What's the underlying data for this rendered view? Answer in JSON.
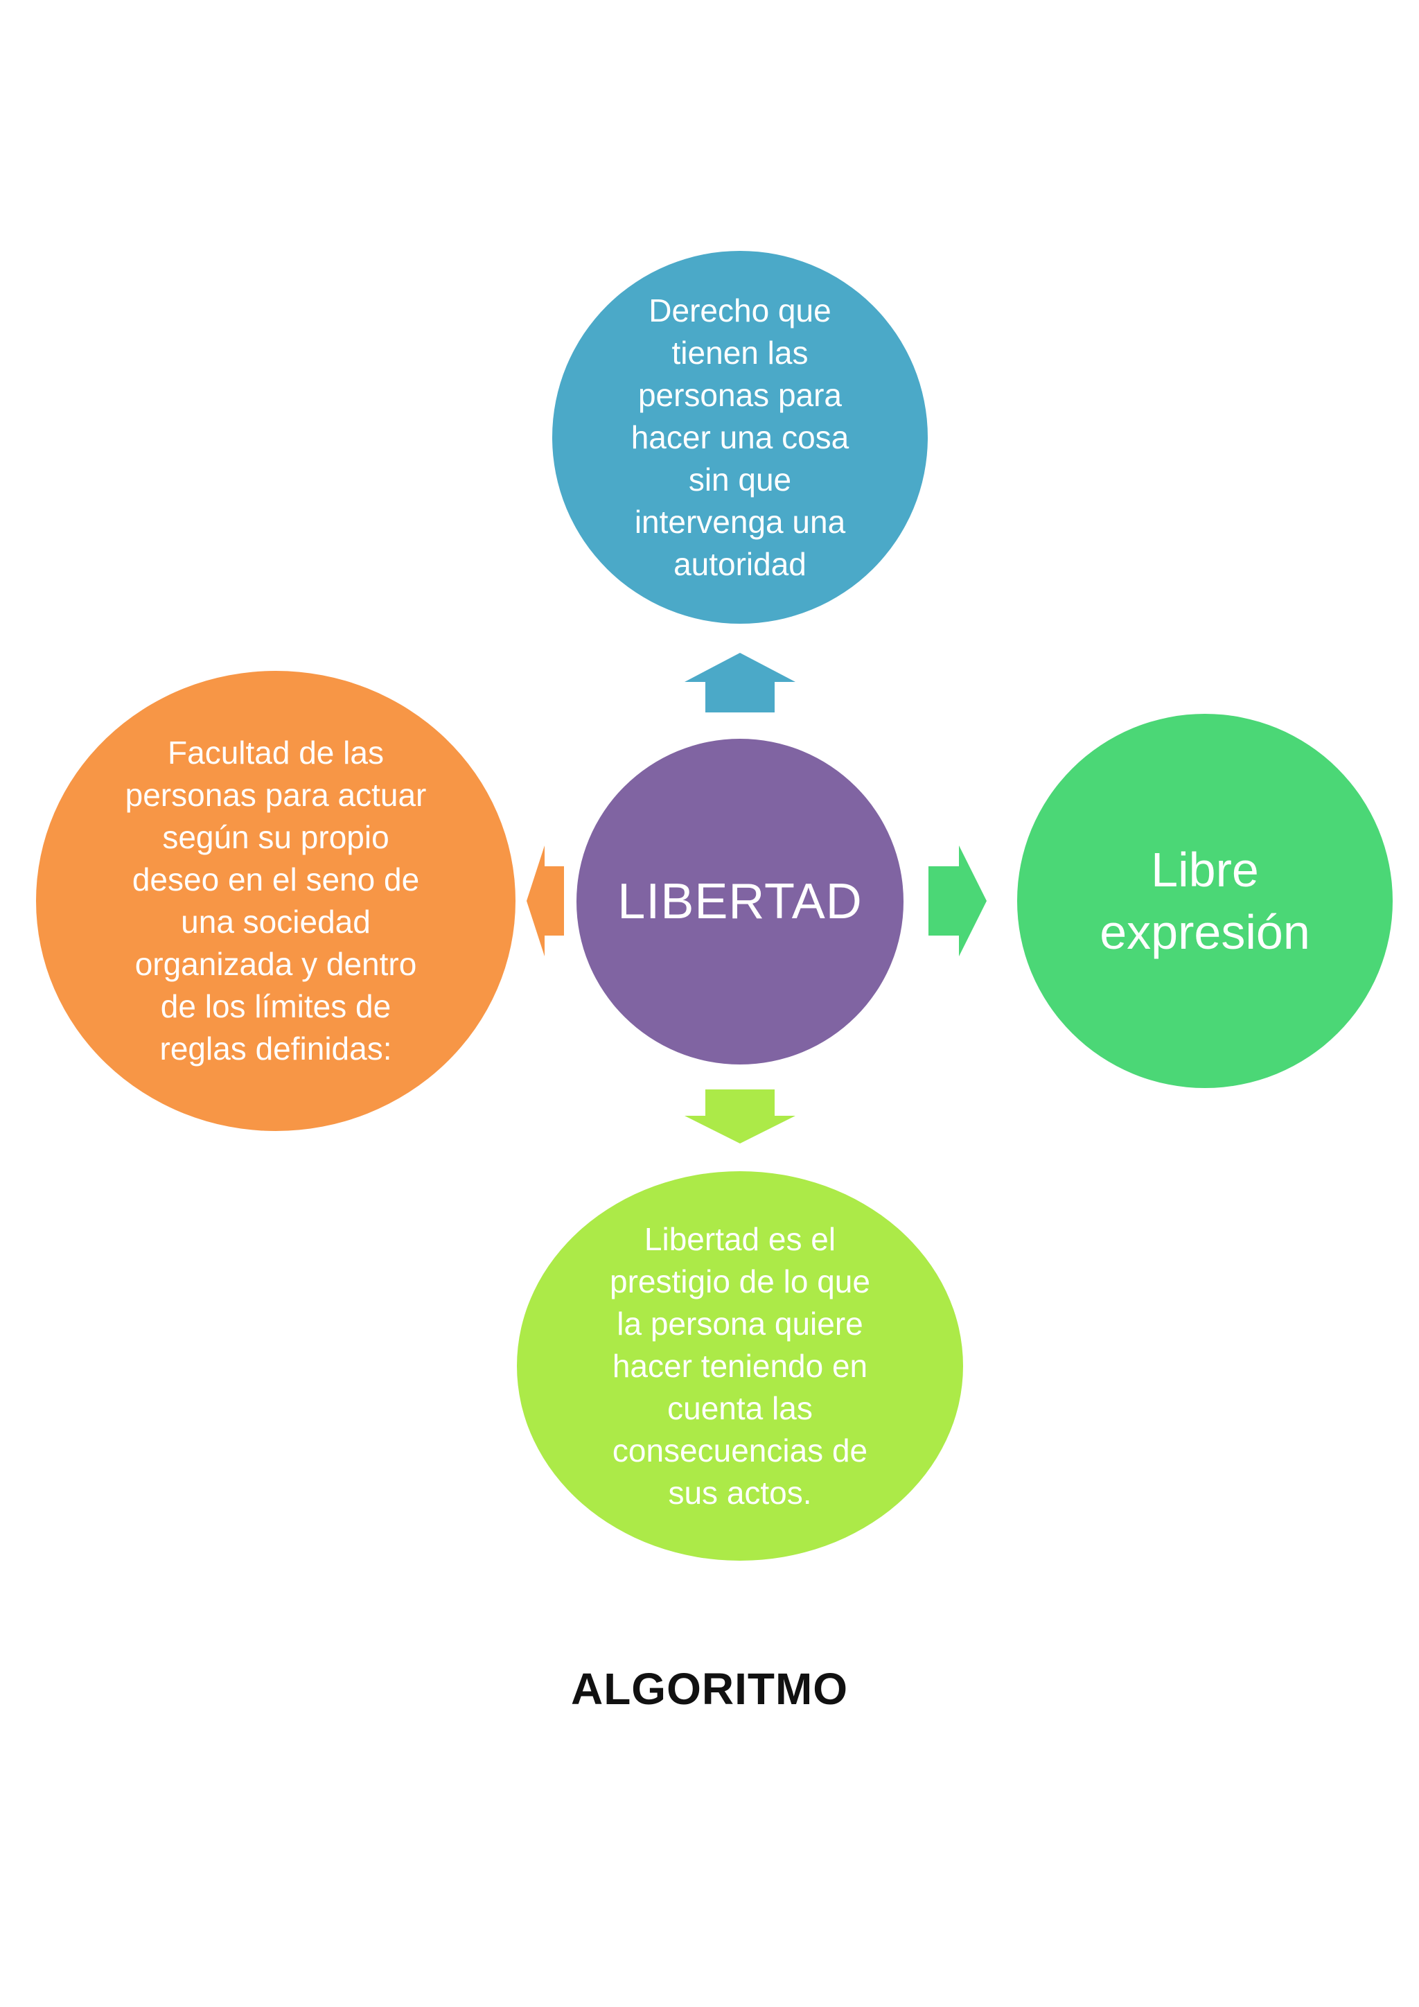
{
  "diagram": {
    "center": {
      "label": "LIBERTAD",
      "color": "#8064a2"
    },
    "branches": {
      "top": {
        "text": "Derecho que\ntienen las\npersonas para\nhacer una cosa\nsin que\nintervenga una\nautoridad",
        "color": "#4ba9c8"
      },
      "left": {
        "text": "Facultad de las\npersonas para actuar\nsegún su propio\ndeseo en el seno de\nuna sociedad\norganizada y dentro\nde los límites de\nreglas definidas:",
        "color": "#f79646"
      },
      "right": {
        "text": "Libre\nexpresión",
        "color": "#4bd776"
      },
      "bottom": {
        "text": "Libertad es el\nprestigio de lo que\nla persona quiere\nhacer teniendo en\ncuenta las\nconsecuencias de\nsus actos.",
        "color": "#acea48"
      }
    },
    "arrows": {
      "up": {
        "color": "#4ba9c8",
        "icon": "arrow-up-icon"
      },
      "down": {
        "color": "#acea48",
        "icon": "arrow-down-icon"
      },
      "left": {
        "color": "#f79646",
        "icon": "arrow-left-icon"
      },
      "right": {
        "color": "#4bd776",
        "icon": "arrow-right-icon"
      }
    }
  },
  "caption": "ALGORITMO"
}
